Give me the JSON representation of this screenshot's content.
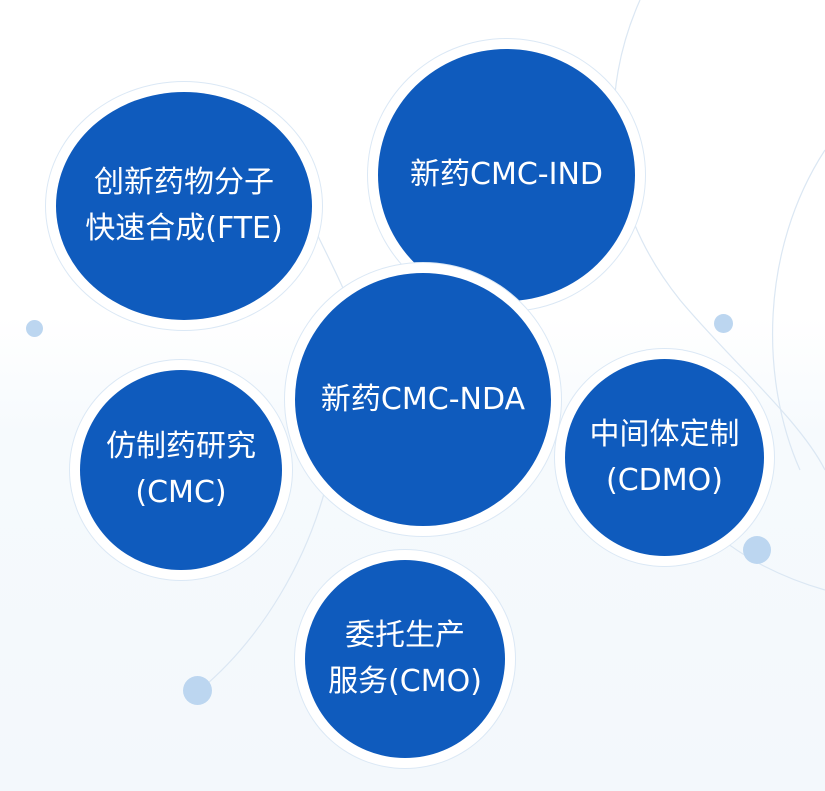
{
  "diagram": {
    "nodes": [
      {
        "id": "fte",
        "lines": [
          "创新药物分子",
          "快速合成(FTE)"
        ]
      },
      {
        "id": "ind",
        "lines": [
          "新药CMC-IND"
        ]
      },
      {
        "id": "nda",
        "lines": [
          "新药CMC-NDA"
        ]
      },
      {
        "id": "generic",
        "lines": [
          "仿制药研究",
          "(CMC)"
        ]
      },
      {
        "id": "cdmo",
        "lines": [
          "中间体定制",
          "(CDMO)"
        ]
      },
      {
        "id": "cmo",
        "lines": [
          "委托生产",
          "服务(CMO)"
        ]
      }
    ],
    "colors": {
      "circle_fill": "#0f5bbd",
      "circle_ring": "#ffffff",
      "decor_dot": "#bcd6f0",
      "decor_line": "#dbe7f3"
    }
  }
}
